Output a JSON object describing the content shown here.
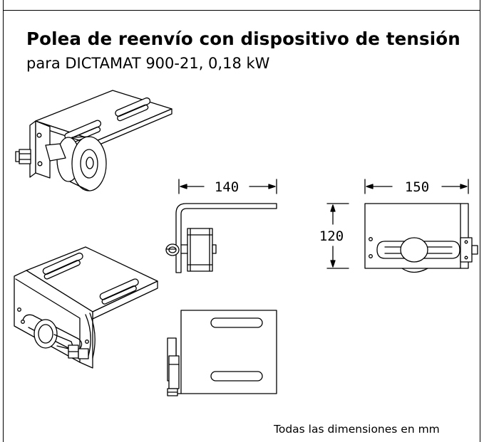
{
  "header": {
    "title": "Polea de reenvío con dispositivo de tensión",
    "subtitle": "para DICTAMAT 900-21, 0,18 kW"
  },
  "dimensions": {
    "width_front": "140",
    "width_top": "150",
    "height": "120"
  },
  "footer": {
    "note": "Todas las dimensiones en mm"
  }
}
